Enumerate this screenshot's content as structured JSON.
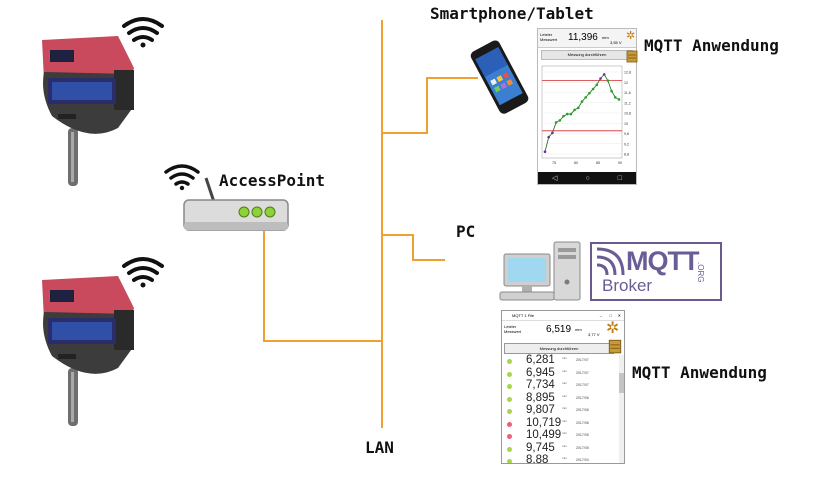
{
  "labels": {
    "smartphone": "Smartphone/Tablet",
    "mqtt_app_top": "MQTT Anwendung",
    "accesspoint": "AccessPoint",
    "pc": "PC",
    "mqtt_app_bottom": "MQTT Anwendung",
    "lan": "LAN"
  },
  "broker_logo": {
    "name": "MQTT",
    "org": ".ORG",
    "sub": "Broker"
  },
  "phone_app": {
    "header_left": "Letzter Messwert",
    "value": "11,396",
    "unit": "mm",
    "voltage": "3,55 V",
    "button": "Messung durchführen",
    "y_ticks": [
      "12,8",
      "12",
      "11,6",
      "11,2",
      "10,8",
      "10",
      "9,6",
      "9,2",
      "8,8"
    ],
    "x_ticks": [
      "75",
      "80",
      "85",
      "90"
    ],
    "series": [
      8.9,
      9.6,
      9.8,
      10.3,
      10.4,
      10.6,
      10.7,
      10.7,
      10.9,
      11.0,
      11.3,
      11.5,
      11.7,
      11.9,
      12.1,
      12.4,
      12.6,
      12.3,
      11.8,
      11.5,
      11.4
    ],
    "limits": [
      12.3,
      9.9
    ],
    "nav": [
      "◁",
      "○",
      "□"
    ]
  },
  "pc_app": {
    "title": "MQTT 1 File",
    "header_left": "Letzter Messwert",
    "value": "6,519",
    "unit": "mm",
    "voltage": "3,77 V",
    "button": "Messung durchführen",
    "rows": [
      {
        "value": "6,281",
        "date": "2017/07",
        "status": "ok"
      },
      {
        "value": "6,945",
        "date": "2017/07",
        "status": "ok"
      },
      {
        "value": "7,734",
        "date": "2017/07",
        "status": "ok"
      },
      {
        "value": "8,895",
        "date": "2017/06",
        "status": "ok"
      },
      {
        "value": "9,807",
        "date": "2017/06",
        "status": "ok"
      },
      {
        "value": "10,719",
        "date": "2017/06",
        "status": "bad"
      },
      {
        "value": "10,499",
        "date": "2017/05",
        "status": "bad"
      },
      {
        "value": "9,745",
        "date": "2017/05",
        "status": "ok"
      },
      {
        "value": "8,88",
        "date": "2017/04",
        "status": "ok"
      }
    ],
    "colors": {
      "ok": "#a8d64a",
      "bad": "#e8627a"
    }
  },
  "colors": {
    "wire": "#f0a030",
    "gauge_red": "#c94a5c",
    "broker": "#6a5d95"
  }
}
